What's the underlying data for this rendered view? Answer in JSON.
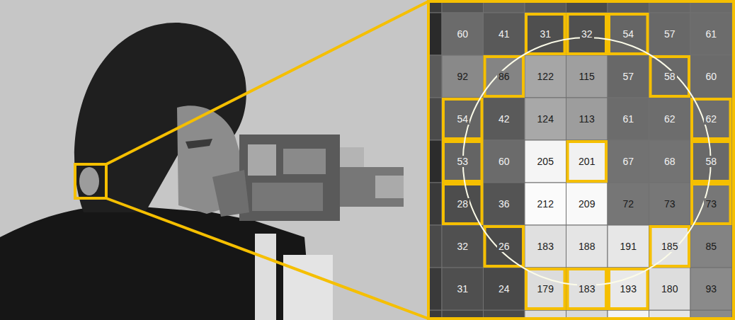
{
  "diagram": {
    "labels": [
      "60",
      "41",
      "31",
      "32",
      "54",
      "57",
      "61",
      "92",
      "86",
      "122",
      "115",
      "57",
      "58",
      "60",
      "54",
      "42",
      "124",
      "113",
      "61",
      "62",
      "62",
      "53",
      "60",
      "205",
      "201",
      "67",
      "68",
      "58",
      "28",
      "36",
      "212",
      "209",
      "72",
      "73",
      "73",
      "32",
      "26",
      "183",
      "188",
      "191",
      "185",
      "85",
      "31",
      "24",
      "179",
      "183",
      "193",
      "180",
      "93"
    ]
  }
}
